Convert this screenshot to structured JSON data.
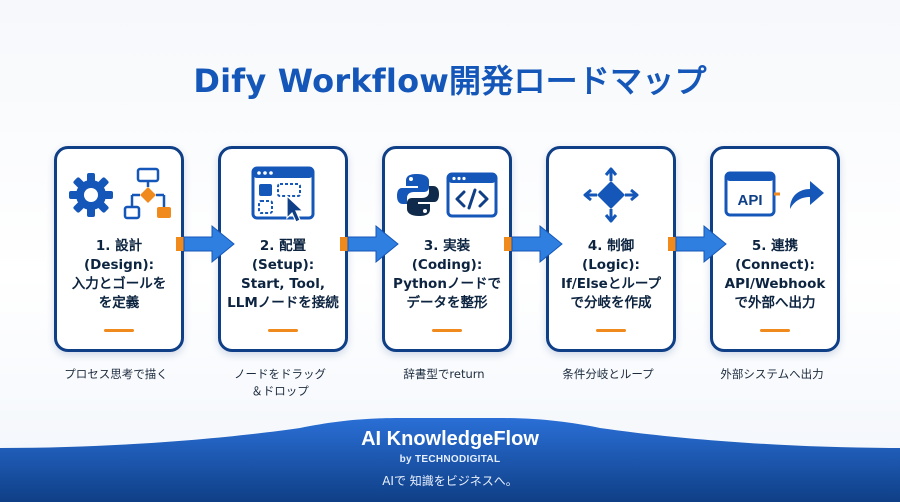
{
  "title": "Dify Workflow開発ロードマップ",
  "steps": [
    {
      "l1": "1. 設計",
      "l2": "(Design):",
      "l3": "入力とゴールを",
      "l4": "を定義",
      "caption1": "プロセス思考で描く",
      "caption2": "",
      "icons": [
        "gear-icon",
        "flowchart-icon"
      ]
    },
    {
      "l1": "2. 配置",
      "l2": "(Setup):",
      "l3": "Start, Tool,",
      "l4": "LLMノードを接続",
      "caption1": "ノードをドラッグ",
      "caption2": "＆ドロップ",
      "icons": [
        "drag-drop-window-icon"
      ]
    },
    {
      "l1": "3. 実装",
      "l2": "(Coding):",
      "l3": "Pythonノードで",
      "l4": "データを整形",
      "caption1": "辞書型でreturn",
      "caption2": "",
      "icons": [
        "python-icon",
        "code-window-icon"
      ]
    },
    {
      "l1": "4. 制御",
      "l2": "(Logic):",
      "l3": "If/Elseとループ",
      "l4": "で分岐を作成",
      "caption1": "条件分岐とループ",
      "caption2": "",
      "icons": [
        "branch-diamond-icon"
      ]
    },
    {
      "l1": "5. 連携",
      "l2": "(Connect):",
      "l3": "API/Webhook",
      "l4": "で外部へ出力",
      "caption1": "外部システムへ出力",
      "caption2": "",
      "icons": [
        "api-box-icon",
        "share-arrow-icon"
      ]
    }
  ],
  "icon_text": {
    "api": "API"
  },
  "footer": {
    "brand": "AI KnowledgeFlow",
    "by": "by TECHNODIGITAL",
    "tagline": "AIで 知識をビジネスへ。"
  },
  "colors": {
    "primary": "#1557b9",
    "navy": "#0f3f86",
    "accent": "#f08a1c",
    "arrow": "#2f7fe0"
  }
}
